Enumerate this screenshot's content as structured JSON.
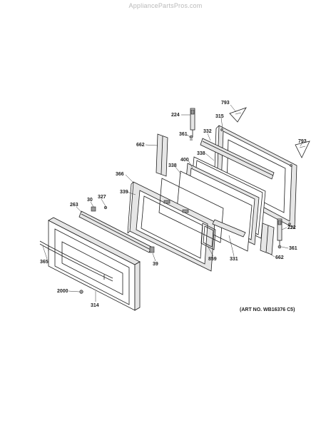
{
  "watermark": "AppliancePartsPros.com",
  "art_number": "(ART NO. WB16376 C5)",
  "callouts": {
    "c793a": "793",
    "c224": "224",
    "c315": "315",
    "c361a": "361",
    "c332": "332",
    "c793b": "793",
    "c662a": "662",
    "c338a": "338",
    "c400": "400",
    "c338b": "338",
    "c366": "366",
    "c339": "339",
    "c30": "30",
    "c327": "327",
    "c263": "263",
    "c222": "222",
    "c361b": "361",
    "c365": "365",
    "c39": "39",
    "c859": "859",
    "c331": "331",
    "c662b": "662",
    "c2000": "2000",
    "c314": "314"
  }
}
